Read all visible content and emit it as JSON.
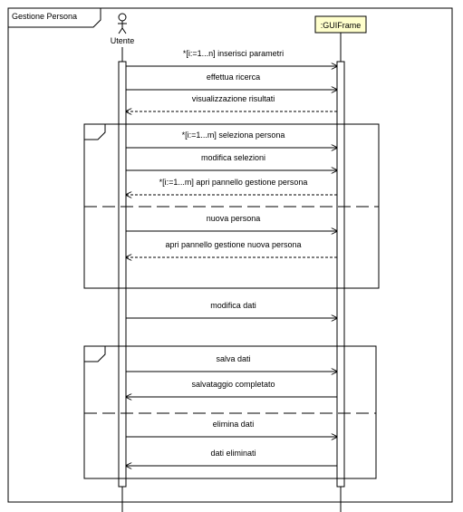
{
  "diagram": {
    "frame_title": "Gestione Persona",
    "actor_label": "Utente",
    "object_label": ":GUIFrame",
    "messages": [
      {
        "label": "*[i:=1...n] inserisci parametri",
        "kind": "sync"
      },
      {
        "label": "effettua ricerca",
        "kind": "sync"
      },
      {
        "label": "visualizzazione risultati",
        "kind": "return"
      },
      {
        "label": "*[i:=1...m] seleziona persona",
        "kind": "sync"
      },
      {
        "label": "modifica selezioni",
        "kind": "sync"
      },
      {
        "label": "*[i:=1...m] apri pannello gestione persona",
        "kind": "return"
      },
      {
        "label": "nuova persona",
        "kind": "sync"
      },
      {
        "label": "apri pannello gestione nuova persona",
        "kind": "return"
      },
      {
        "label": "modifica dati",
        "kind": "sync"
      },
      {
        "label": "salva dati",
        "kind": "sync"
      },
      {
        "label": "salvataggio completato",
        "kind": "reply"
      },
      {
        "label": "elimina dati",
        "kind": "sync"
      },
      {
        "label": "dati eliminati",
        "kind": "reply"
      }
    ]
  }
}
